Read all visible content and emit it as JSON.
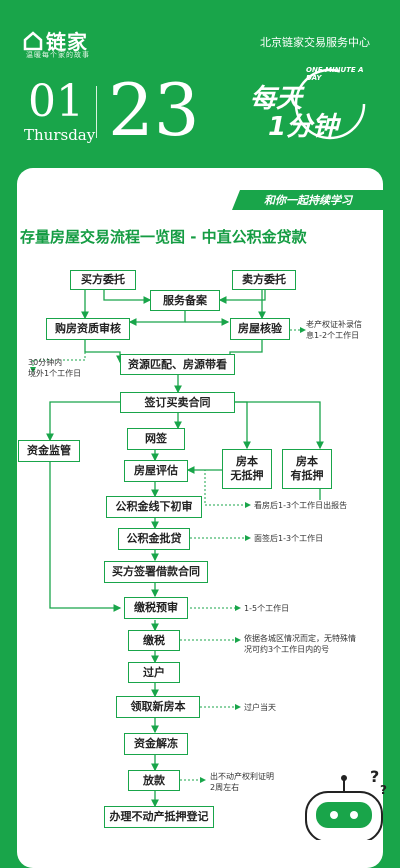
{
  "header": {
    "brand": "链家",
    "slogan": "温暖每个家的故事",
    "center": "北京链家交易服务中心",
    "month": "01",
    "weekday": "Thursday",
    "day": "23",
    "every_day": "每天",
    "one_minute_en": "ONE MINUTE A DAY",
    "one_minute_cn": "1分钟"
  },
  "card": {
    "tagline": "和你一起持续学习",
    "title": "存量房屋交易流程一览图 - 中直公积金贷款"
  },
  "flow": {
    "buyer_entrust": "买方委托",
    "seller_entrust": "卖方委托",
    "service_record": "服务备案",
    "buyer_qualify": "购房资质审核",
    "house_verify": "房屋核验",
    "match_view": "资源匹配、房源带看",
    "sign_contract": "签订买卖合同",
    "fund_supervise": "资金监管",
    "online_sign": "网签",
    "house_assess": "房屋评估",
    "no_mortgage": "房本\n无抵押",
    "with_mortgage": "房本\n有抵押",
    "offline_review": "公积金线下初审",
    "loan_approve": "公积金批贷",
    "loan_contract": "买方签署借款合同",
    "tax_review": "缴税预审",
    "pay_tax": "缴税",
    "transfer": "过户",
    "get_cert": "领取新房本",
    "fund_release": "资金解冻",
    "disburse": "放款",
    "mortgage_register": "办理不动产抵押登记"
  },
  "notes": {
    "qualify_time": "30分钟内\n境外1个工作日",
    "verify_time": "老产权证补录信\n息1-2个工作日",
    "assess_time": "看房后1-3个工作日出报告",
    "approve_time": "面签后1-3个工作日",
    "tax_review_time": "1-5个工作日",
    "tax_time": "依据各城区情况而定，无特殊情\n况可约3个工作日内的号",
    "cert_time": "过户当天",
    "disburse_time": "出不动产权利证明\n2周左右"
  },
  "colors": {
    "brand": "#19a54a",
    "box_border": "#19a54a"
  }
}
